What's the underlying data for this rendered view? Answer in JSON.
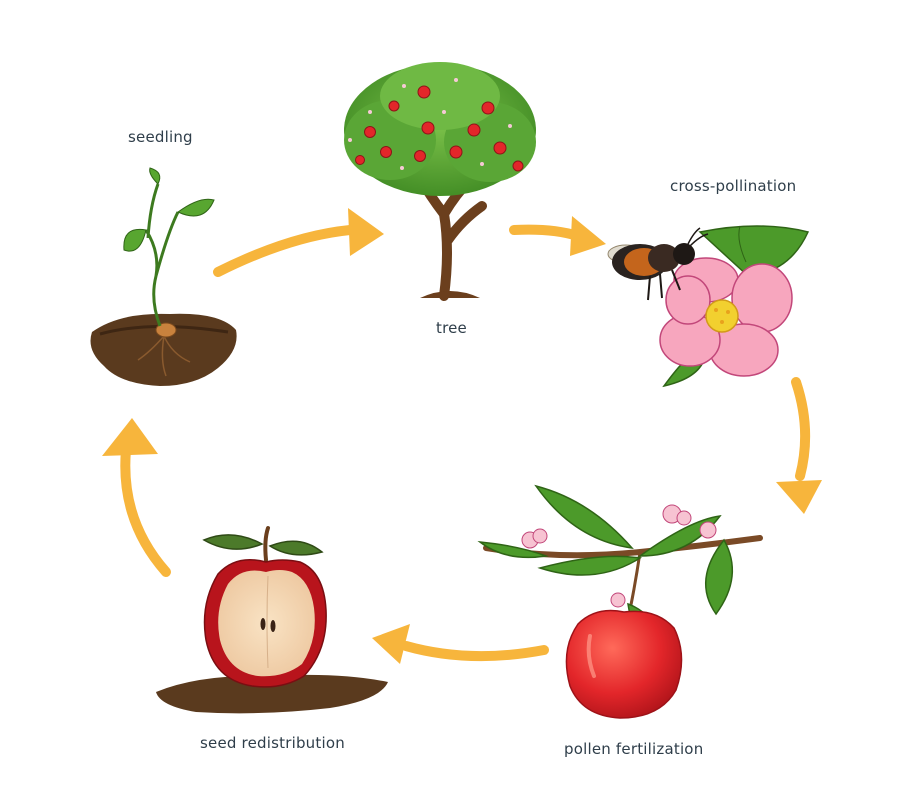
{
  "diagram": {
    "stages": {
      "seedling": "seedling",
      "tree": "tree",
      "cross_pollination": "cross-pollination",
      "pollen_fertilization": "pollen fertilization",
      "seed_redistribution": "seed redistribution"
    },
    "colors": {
      "arrow": "#f7b53c",
      "label_text": "#2f3e4a",
      "soil": "#5a3a1e",
      "leaf": "#4c9a2a",
      "apple_red": "#e3262a",
      "blossom_pink": "#f7a6be"
    }
  }
}
